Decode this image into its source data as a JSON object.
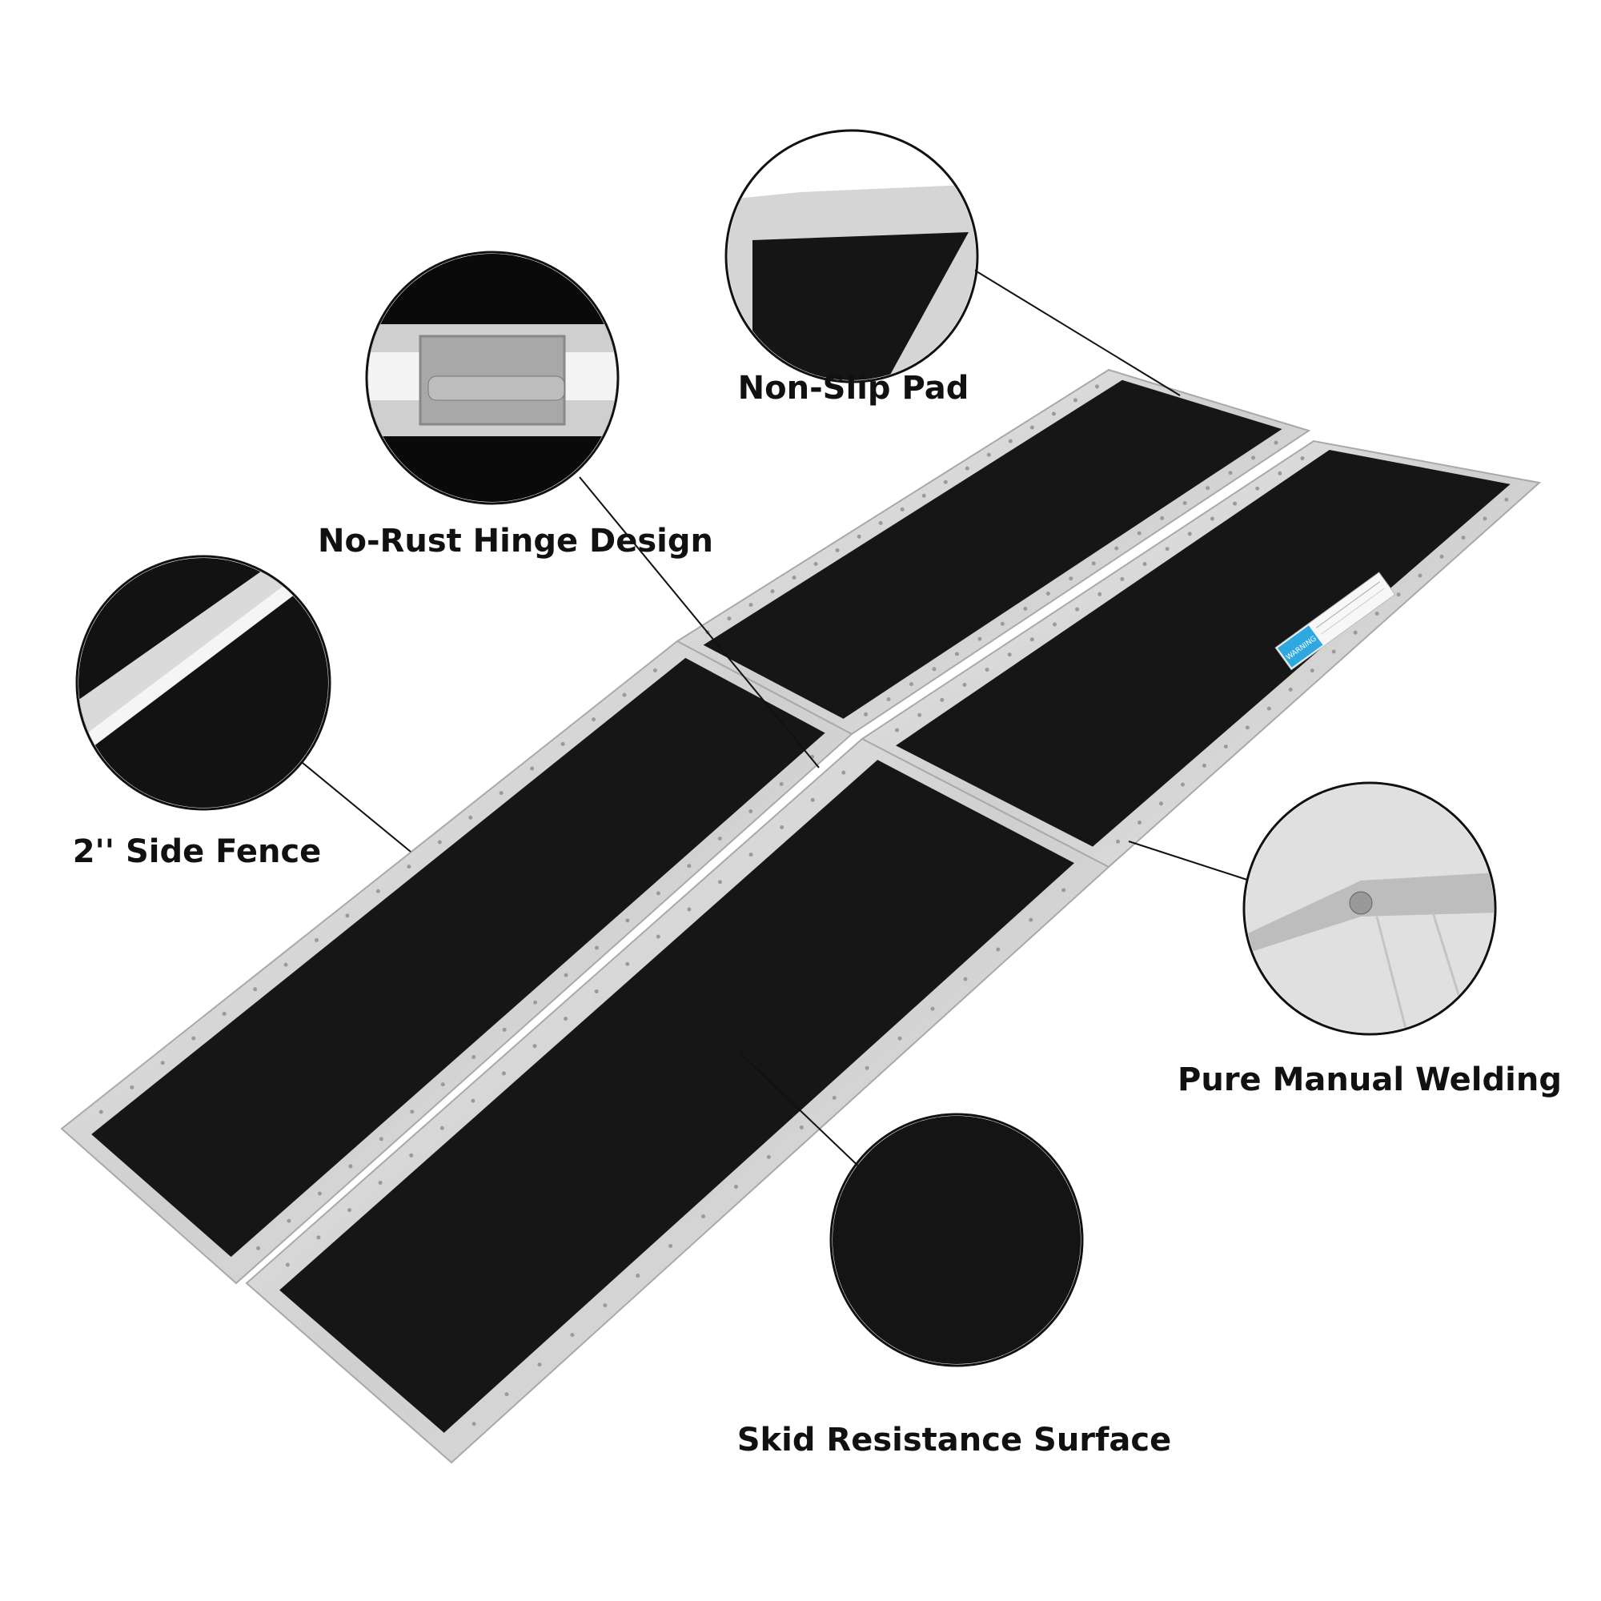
{
  "features": [
    {
      "id": "non-slip-pad",
      "label": "Non-Slip Pad"
    },
    {
      "id": "hinge",
      "label": "No-Rust Hinge Design"
    },
    {
      "id": "side-fence",
      "label": "2'' Side Fence"
    },
    {
      "id": "welding",
      "label": "Pure Manual Welding"
    },
    {
      "id": "skid",
      "label": "Skid Resistance Surface"
    }
  ],
  "sticker": {
    "warning": "WARNING"
  },
  "colors": {
    "mat": "#161616",
    "aluminum": "#d9d9d9",
    "frame_edge": "#a9a9a9",
    "sticker_blue": "#2fa8e0"
  }
}
